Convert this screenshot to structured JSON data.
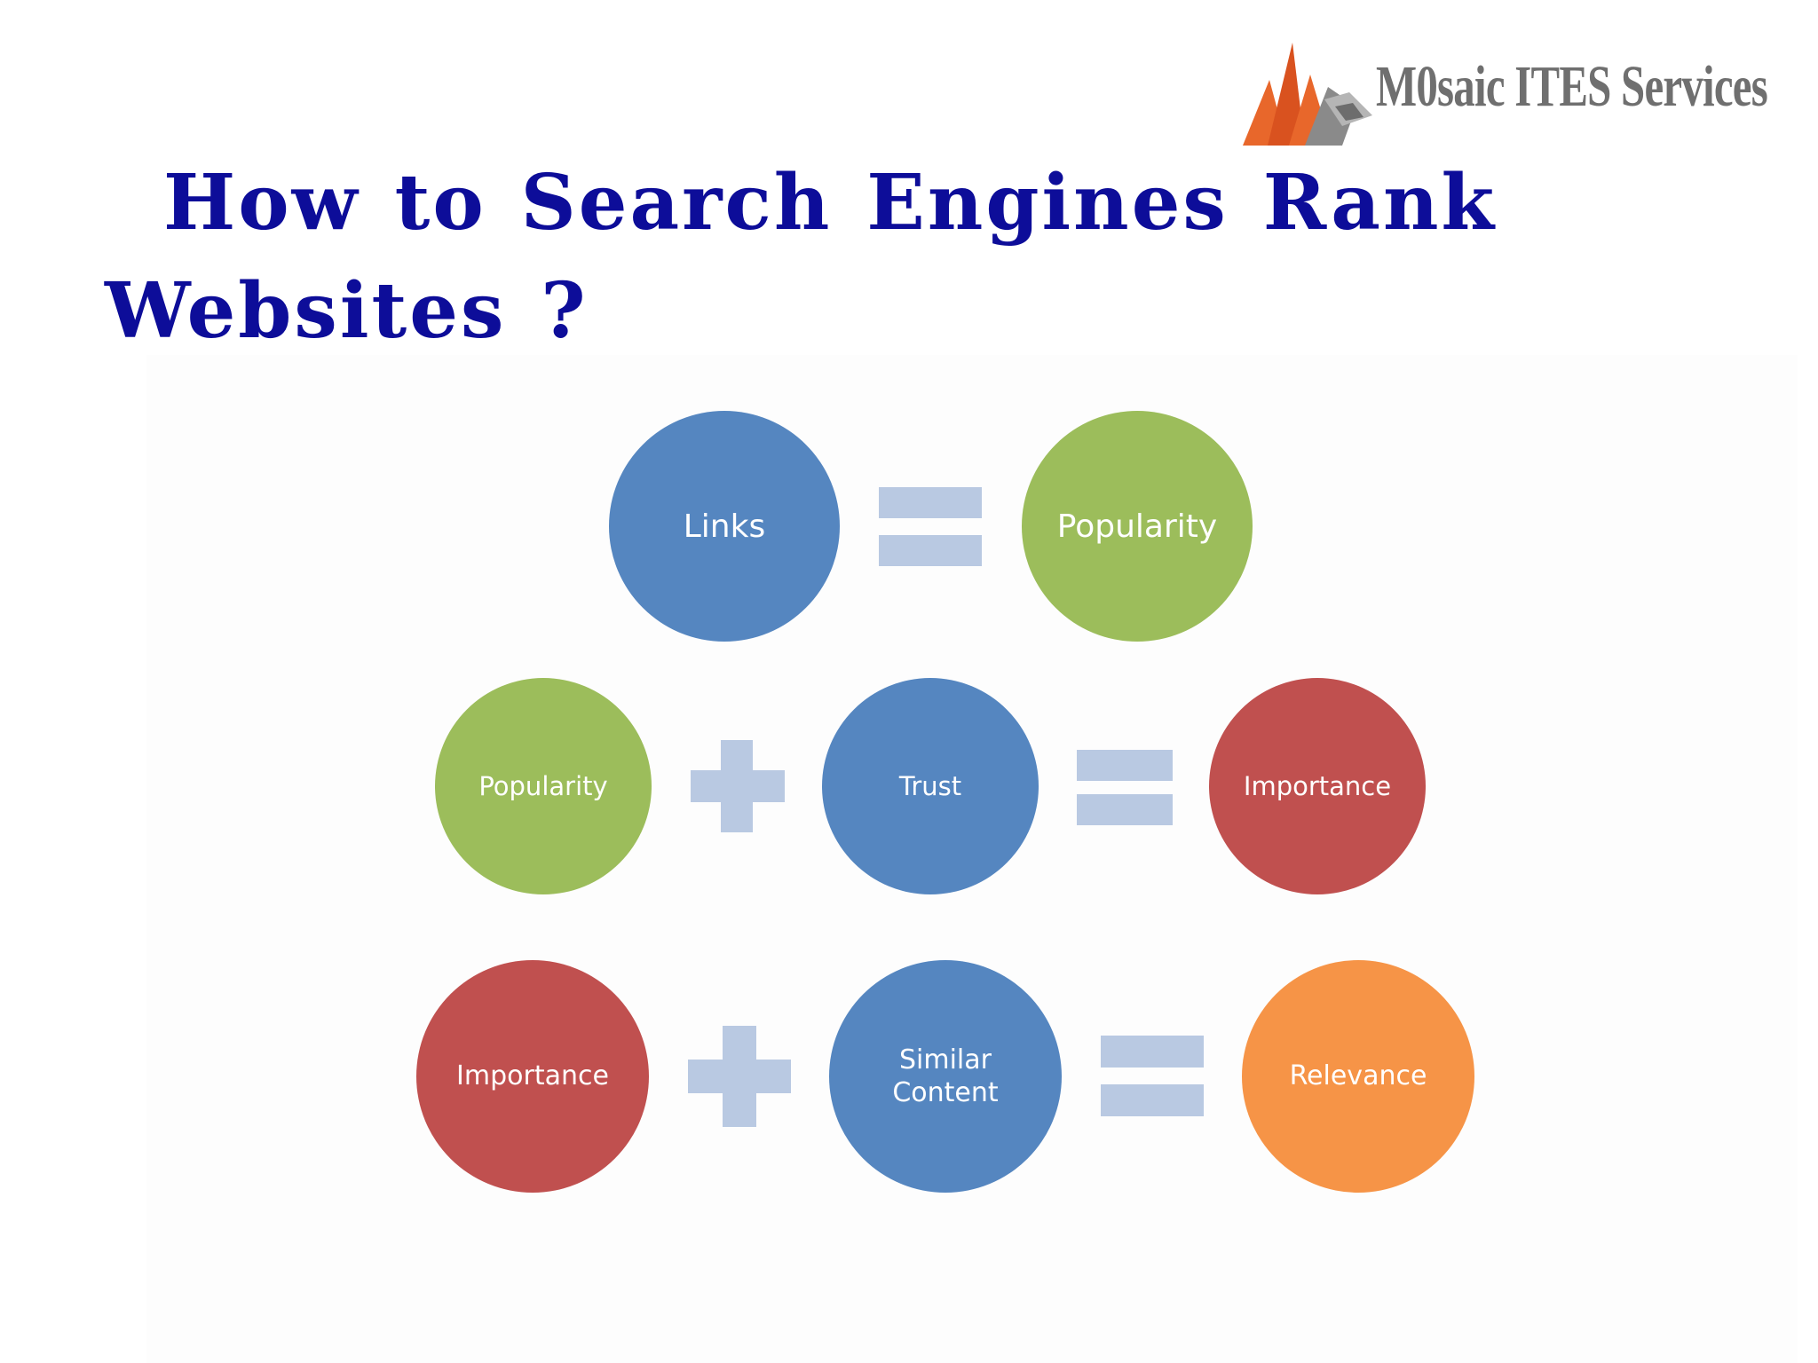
{
  "logo": {
    "text": "M0saic ITES Services",
    "icon": "mosaic-logo-icon"
  },
  "title": "How to Search Engines Rank Websites ?",
  "diagram": {
    "row1": {
      "left": "Links",
      "operator": "=",
      "right": "Popularity"
    },
    "row2": {
      "left": "Popularity",
      "op1": "+",
      "middle": "Trust",
      "op2": "=",
      "right": "Importance"
    },
    "row3": {
      "left": "Importance",
      "op1": "+",
      "middle": "Similar\nContent",
      "op2": "=",
      "right": "Relevance"
    },
    "colors": {
      "blue": "#5586c0",
      "green": "#9cbd5b",
      "red": "#c0504f",
      "orange": "#f69447",
      "operator": "#b9c9e2",
      "title": "#0d0d99"
    }
  }
}
